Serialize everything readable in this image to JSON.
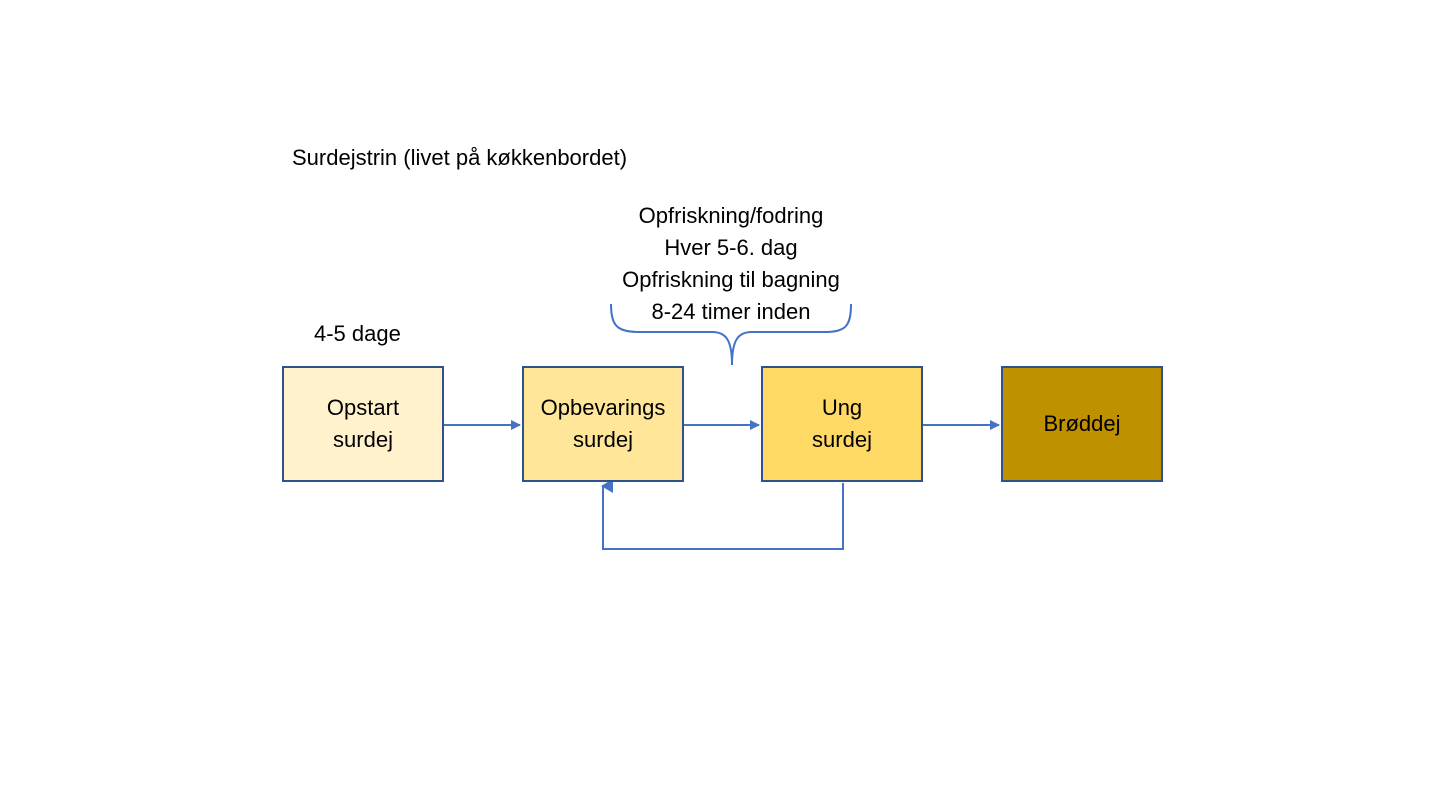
{
  "title": "Surdejstrin (livet på køkkenbordet)",
  "duration_label": "4-5 dage",
  "refresh_note": {
    "lines": [
      "Opfriskning/fodring",
      "Hver 5-6. dag",
      "Opfriskning til bagning",
      "8-24 timer inden"
    ]
  },
  "stages": [
    {
      "lines": [
        "Opstart",
        "surdej"
      ],
      "color": "#fff2cc"
    },
    {
      "lines": [
        "Opbevarings",
        "surdej"
      ],
      "color": "#ffe699"
    },
    {
      "lines": [
        "Ung",
        "surdej"
      ],
      "color": "#ffd966"
    },
    {
      "lines": [
        "Brøddej"
      ],
      "color": "#bf9000"
    }
  ],
  "colors": {
    "connector": "#4472c4",
    "box_border": "#2f528f"
  }
}
